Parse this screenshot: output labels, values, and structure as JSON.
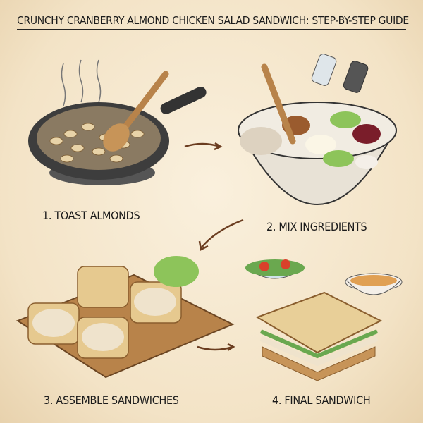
{
  "title": "CRUNCHY CRANBERRY ALMOND CHICKEN SALAD SANDWICH: STEP-BY-STEP GUIDE",
  "steps": [
    {
      "label": "1. TOAST ALMONDS",
      "illustration": "skillet-with-almonds-and-wooden-spoon"
    },
    {
      "label": "2. MIX INGREDIENTS",
      "illustration": "bowl-with-chicken-almonds-celery-cranberries-mayo-salt-pepper"
    },
    {
      "label": "3. ASSEMBLE SANDWICHES",
      "illustration": "cutting-board-with-bread-slices-chicken-salad-lettuce"
    },
    {
      "label": "4. FINAL SANDWICH",
      "illustration": "sandwich-with-side-salad-and-soup"
    }
  ],
  "colors": {
    "background": "#f6e9d2",
    "text": "#1b1b1b",
    "wood": "#b8834a",
    "pan": "#4a4a4a"
  }
}
